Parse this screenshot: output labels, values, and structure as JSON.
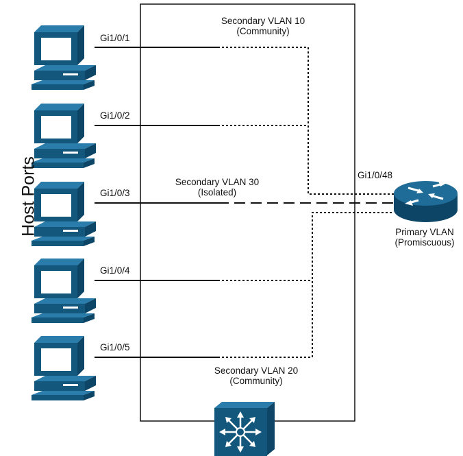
{
  "side_label": "Host Ports",
  "hosts": [
    {
      "port": "Gi1/0/1"
    },
    {
      "port": "Gi1/0/2"
    },
    {
      "port": "Gi1/0/3"
    },
    {
      "port": "Gi1/0/4"
    },
    {
      "port": "Gi1/0/5"
    }
  ],
  "vlan10": {
    "line1": "Secondary VLAN 10",
    "line2": "(Community)"
  },
  "vlan30": {
    "line1": "Secondary VLAN 30",
    "line2": "(Isolated)"
  },
  "vlan20": {
    "line1": "Secondary VLAN 20",
    "line2": "(Community)"
  },
  "uplink_port": "Gi1/0/48",
  "primary": {
    "line1": "Primary VLAN",
    "line2": "(Promiscuous)"
  },
  "colors": {
    "device": "#14577c",
    "device_light": "#1f6c98",
    "line": "#111111"
  },
  "icons": {
    "host": "computer-icon",
    "router": "router-icon",
    "switch": "multilayer-switch-icon"
  }
}
